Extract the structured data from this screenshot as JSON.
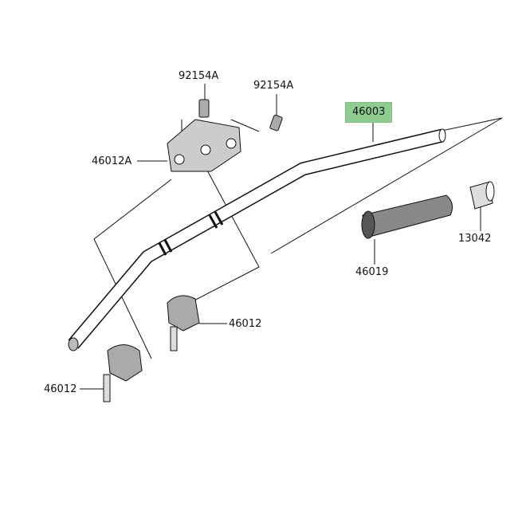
{
  "parts": [
    {
      "id": "p1",
      "number": "92154A"
    },
    {
      "id": "p2",
      "number": "92154A"
    },
    {
      "id": "p3",
      "number": "46012A"
    },
    {
      "id": "p4",
      "number": "46003",
      "highlighted": true
    },
    {
      "id": "p5",
      "number": "13042"
    },
    {
      "id": "p6",
      "number": "46019"
    },
    {
      "id": "p7",
      "number": "46012"
    },
    {
      "id": "p8",
      "number": "46012"
    }
  ],
  "colors": {
    "highlight": "#8fcc8f",
    "line": "#111111"
  }
}
